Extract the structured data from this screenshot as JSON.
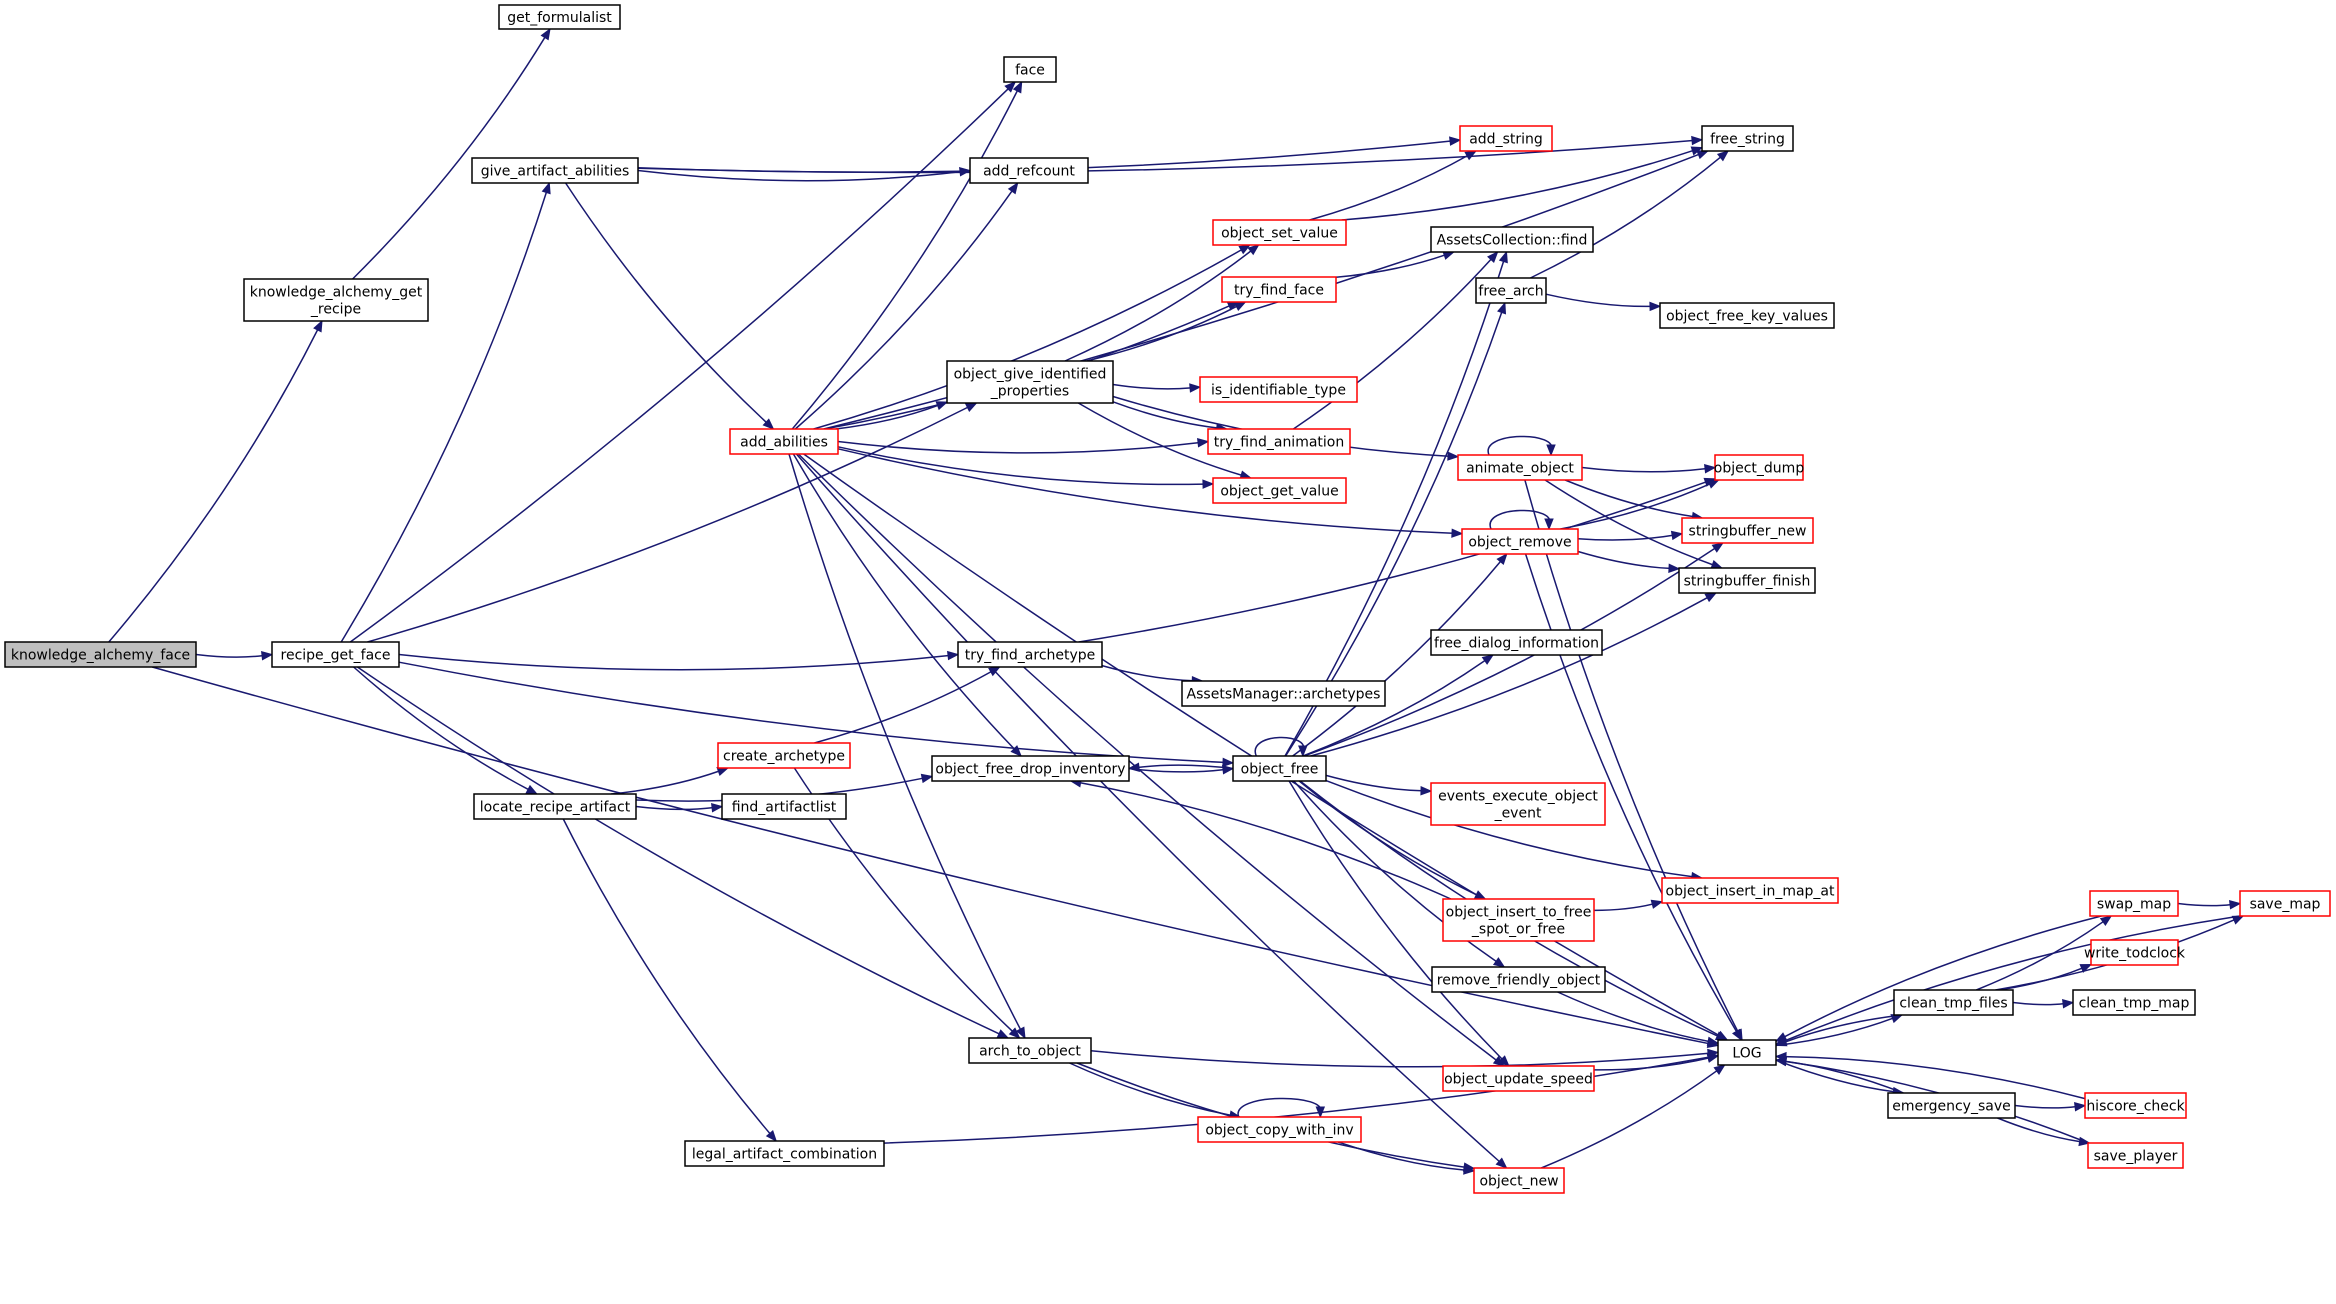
{
  "diagram": {
    "type": "call-graph",
    "colors": {
      "edge": "#191970",
      "node_border": "#000000",
      "node_border_truncated": "#ff0000",
      "root_fill": "#bfbfbf",
      "background": "#ffffff"
    },
    "nodes": [
      {
        "id": "knowledge_alchemy_face",
        "lines": [
          "knowledge_alchemy_face"
        ],
        "style": "root"
      },
      {
        "id": "get_formulalist",
        "lines": [
          "get_formulalist"
        ],
        "style": "normal"
      },
      {
        "id": "knowledge_alchemy_get_recipe",
        "lines": [
          "knowledge_alchemy_get",
          "_recipe"
        ],
        "style": "normal"
      },
      {
        "id": "recipe_get_face",
        "lines": [
          "recipe_get_face"
        ],
        "style": "normal"
      },
      {
        "id": "give_artifact_abilities",
        "lines": [
          "give_artifact_abilities"
        ],
        "style": "normal"
      },
      {
        "id": "locate_recipe_artifact",
        "lines": [
          "locate_recipe_artifact"
        ],
        "style": "normal"
      },
      {
        "id": "legal_artifact_combination",
        "lines": [
          "legal_artifact_combination"
        ],
        "style": "normal"
      },
      {
        "id": "add_abilities",
        "lines": [
          "add_abilities"
        ],
        "style": "red"
      },
      {
        "id": "create_archetype",
        "lines": [
          "create_archetype"
        ],
        "style": "red"
      },
      {
        "id": "find_artifactlist",
        "lines": [
          "find_artifactlist"
        ],
        "style": "normal"
      },
      {
        "id": "face",
        "lines": [
          "face"
        ],
        "style": "normal"
      },
      {
        "id": "add_refcount",
        "lines": [
          "add_refcount"
        ],
        "style": "normal"
      },
      {
        "id": "object_give_identified_properties",
        "lines": [
          "object_give_identified",
          "_properties"
        ],
        "style": "normal"
      },
      {
        "id": "try_find_archetype",
        "lines": [
          "try_find_archetype"
        ],
        "style": "normal"
      },
      {
        "id": "object_free_drop_inventory",
        "lines": [
          "object_free_drop_inventory"
        ],
        "style": "normal"
      },
      {
        "id": "arch_to_object",
        "lines": [
          "arch_to_object"
        ],
        "style": "normal"
      },
      {
        "id": "object_set_value",
        "lines": [
          "object_set_value"
        ],
        "style": "red"
      },
      {
        "id": "try_find_face",
        "lines": [
          "try_find_face"
        ],
        "style": "red"
      },
      {
        "id": "is_identifiable_type",
        "lines": [
          "is_identifiable_type"
        ],
        "style": "red"
      },
      {
        "id": "try_find_animation",
        "lines": [
          "try_find_animation"
        ],
        "style": "red"
      },
      {
        "id": "object_get_value",
        "lines": [
          "object_get_value"
        ],
        "style": "red"
      },
      {
        "id": "AssetsManager_archetypes",
        "lines": [
          "AssetsManager::archetypes"
        ],
        "style": "normal"
      },
      {
        "id": "object_free",
        "lines": [
          "object_free"
        ],
        "style": "normal"
      },
      {
        "id": "object_copy_with_inv",
        "lines": [
          "object_copy_with_inv"
        ],
        "style": "red"
      },
      {
        "id": "add_string",
        "lines": [
          "add_string"
        ],
        "style": "red"
      },
      {
        "id": "free_string",
        "lines": [
          "free_string"
        ],
        "style": "normal"
      },
      {
        "id": "AssetsCollection_find",
        "lines": [
          "AssetsCollection::find"
        ],
        "style": "normal"
      },
      {
        "id": "free_arch",
        "lines": [
          "free_arch"
        ],
        "style": "normal"
      },
      {
        "id": "object_free_key_values",
        "lines": [
          "object_free_key_values"
        ],
        "style": "normal"
      },
      {
        "id": "animate_object",
        "lines": [
          "animate_object"
        ],
        "style": "red"
      },
      {
        "id": "object_dump",
        "lines": [
          "object_dump"
        ],
        "style": "red"
      },
      {
        "id": "object_remove",
        "lines": [
          "object_remove"
        ],
        "style": "red"
      },
      {
        "id": "stringbuffer_new",
        "lines": [
          "stringbuffer_new"
        ],
        "style": "red"
      },
      {
        "id": "stringbuffer_finish",
        "lines": [
          "stringbuffer_finish"
        ],
        "style": "normal"
      },
      {
        "id": "free_dialog_information",
        "lines": [
          "free_dialog_information"
        ],
        "style": "normal"
      },
      {
        "id": "events_execute_object_event",
        "lines": [
          "events_execute_object",
          "_event"
        ],
        "style": "red"
      },
      {
        "id": "object_insert_in_map_at",
        "lines": [
          "object_insert_in_map_at"
        ],
        "style": "red"
      },
      {
        "id": "object_insert_to_free_spot_or_free",
        "lines": [
          "object_insert_to_free",
          "_spot_or_free"
        ],
        "style": "red"
      },
      {
        "id": "remove_friendly_object",
        "lines": [
          "remove_friendly_object"
        ],
        "style": "normal"
      },
      {
        "id": "object_update_speed",
        "lines": [
          "object_update_speed"
        ],
        "style": "red"
      },
      {
        "id": "object_new",
        "lines": [
          "object_new"
        ],
        "style": "red"
      },
      {
        "id": "LOG",
        "lines": [
          "LOG"
        ],
        "style": "normal"
      },
      {
        "id": "clean_tmp_files",
        "lines": [
          "clean_tmp_files"
        ],
        "style": "normal"
      },
      {
        "id": "emergency_save",
        "lines": [
          "emergency_save"
        ],
        "style": "normal"
      },
      {
        "id": "swap_map",
        "lines": [
          "swap_map"
        ],
        "style": "red"
      },
      {
        "id": "save_map",
        "lines": [
          "save_map"
        ],
        "style": "red"
      },
      {
        "id": "write_todclock",
        "lines": [
          "write_todclock"
        ],
        "style": "red"
      },
      {
        "id": "clean_tmp_map",
        "lines": [
          "clean_tmp_map"
        ],
        "style": "normal"
      },
      {
        "id": "hiscore_check",
        "lines": [
          "hiscore_check"
        ],
        "style": "red"
      },
      {
        "id": "save_player",
        "lines": [
          "save_player"
        ],
        "style": "red"
      }
    ],
    "edges": [
      [
        "knowledge_alchemy_face",
        "knowledge_alchemy_get_recipe"
      ],
      [
        "knowledge_alchemy_face",
        "recipe_get_face"
      ],
      [
        "knowledge_alchemy_face",
        "LOG"
      ],
      [
        "knowledge_alchemy_get_recipe",
        "get_formulalist"
      ],
      [
        "recipe_get_face",
        "face"
      ],
      [
        "recipe_get_face",
        "give_artifact_abilities"
      ],
      [
        "recipe_get_face",
        "object_give_identified_properties"
      ],
      [
        "recipe_get_face",
        "try_find_archetype"
      ],
      [
        "recipe_get_face",
        "object_free"
      ],
      [
        "recipe_get_face",
        "locate_recipe_artifact"
      ],
      [
        "recipe_get_face",
        "arch_to_object"
      ],
      [
        "give_artifact_abilities",
        "add_string"
      ],
      [
        "give_artifact_abilities",
        "free_string"
      ],
      [
        "give_artifact_abilities",
        "add_refcount"
      ],
      [
        "give_artifact_abilities",
        "add_abilities"
      ],
      [
        "locate_recipe_artifact",
        "create_archetype"
      ],
      [
        "locate_recipe_artifact",
        "find_artifactlist"
      ],
      [
        "locate_recipe_artifact",
        "object_free_drop_inventory"
      ],
      [
        "locate_recipe_artifact",
        "legal_artifact_combination"
      ],
      [
        "legal_artifact_combination",
        "LOG"
      ],
      [
        "create_archetype",
        "try_find_archetype"
      ],
      [
        "create_archetype",
        "arch_to_object"
      ],
      [
        "add_abilities",
        "face"
      ],
      [
        "add_abilities",
        "add_refcount"
      ],
      [
        "add_abilities",
        "free_string"
      ],
      [
        "add_abilities",
        "object_set_value"
      ],
      [
        "add_abilities",
        "try_find_face"
      ],
      [
        "add_abilities",
        "object_give_identified_properties"
      ],
      [
        "add_abilities",
        "try_find_animation"
      ],
      [
        "add_abilities",
        "object_get_value"
      ],
      [
        "add_abilities",
        "object_remove"
      ],
      [
        "add_abilities",
        "LOG"
      ],
      [
        "add_abilities",
        "object_free_drop_inventory"
      ],
      [
        "add_abilities",
        "arch_to_object"
      ],
      [
        "add_abilities",
        "object_new"
      ],
      [
        "add_abilities",
        "object_update_speed"
      ],
      [
        "object_give_identified_properties",
        "object_set_value"
      ],
      [
        "object_give_identified_properties",
        "try_find_face"
      ],
      [
        "object_give_identified_properties",
        "is_identifiable_type"
      ],
      [
        "object_give_identified_properties",
        "try_find_animation"
      ],
      [
        "object_give_identified_properties",
        "object_get_value"
      ],
      [
        "object_give_identified_properties",
        "animate_object"
      ],
      [
        "object_set_value",
        "add_string"
      ],
      [
        "object_set_value",
        "free_string"
      ],
      [
        "try_find_face",
        "AssetsCollection_find"
      ],
      [
        "try_find_animation",
        "AssetsCollection_find"
      ],
      [
        "try_find_archetype",
        "AssetsManager_archetypes"
      ],
      [
        "try_find_archetype",
        "object_dump"
      ],
      [
        "object_free_drop_inventory",
        "object_free"
      ],
      [
        "object_free",
        "object_free_drop_inventory"
      ],
      [
        "object_free",
        "object_free"
      ],
      [
        "object_free",
        "AssetsCollection_find"
      ],
      [
        "object_free",
        "free_arch"
      ],
      [
        "object_free",
        "object_remove"
      ],
      [
        "object_free",
        "free_dialog_information"
      ],
      [
        "object_free",
        "stringbuffer_new"
      ],
      [
        "object_free",
        "stringbuffer_finish"
      ],
      [
        "object_free",
        "events_execute_object_event"
      ],
      [
        "object_free",
        "object_insert_in_map_at"
      ],
      [
        "object_free",
        "object_insert_to_free_spot_or_free"
      ],
      [
        "object_free",
        "remove_friendly_object"
      ],
      [
        "object_free",
        "object_update_speed"
      ],
      [
        "object_free",
        "LOG"
      ],
      [
        "object_insert_to_free_spot_or_free",
        "object_free_drop_inventory"
      ],
      [
        "object_insert_to_free_spot_or_free",
        "object_insert_in_map_at"
      ],
      [
        "free_arch",
        "free_string"
      ],
      [
        "free_arch",
        "object_free_key_values"
      ],
      [
        "animate_object",
        "animate_object"
      ],
      [
        "animate_object",
        "object_dump"
      ],
      [
        "animate_object",
        "stringbuffer_new"
      ],
      [
        "animate_object",
        "stringbuffer_finish"
      ],
      [
        "animate_object",
        "LOG"
      ],
      [
        "object_remove",
        "object_remove"
      ],
      [
        "object_remove",
        "object_dump"
      ],
      [
        "object_remove",
        "stringbuffer_new"
      ],
      [
        "object_remove",
        "stringbuffer_finish"
      ],
      [
        "object_remove",
        "LOG"
      ],
      [
        "remove_friendly_object",
        "LOG"
      ],
      [
        "object_update_speed",
        "LOG"
      ],
      [
        "arch_to_object",
        "object_copy_with_inv"
      ],
      [
        "arch_to_object",
        "object_new"
      ],
      [
        "arch_to_object",
        "LOG"
      ],
      [
        "object_copy_with_inv",
        "object_copy_with_inv"
      ],
      [
        "object_copy_with_inv",
        "object_new"
      ],
      [
        "object_new",
        "LOG"
      ],
      [
        "LOG",
        "clean_tmp_files"
      ],
      [
        "LOG",
        "emergency_save"
      ],
      [
        "clean_tmp_files",
        "LOG"
      ],
      [
        "clean_tmp_files",
        "swap_map"
      ],
      [
        "clean_tmp_files",
        "write_todclock"
      ],
      [
        "clean_tmp_files",
        "clean_tmp_map"
      ],
      [
        "clean_tmp_files",
        "save_map"
      ],
      [
        "swap_map",
        "LOG"
      ],
      [
        "swap_map",
        "save_map"
      ],
      [
        "save_map",
        "LOG"
      ],
      [
        "emergency_save",
        "LOG"
      ],
      [
        "emergency_save",
        "hiscore_check"
      ],
      [
        "emergency_save",
        "save_player"
      ],
      [
        "hiscore_check",
        "LOG"
      ],
      [
        "save_player",
        "LOG"
      ]
    ]
  }
}
